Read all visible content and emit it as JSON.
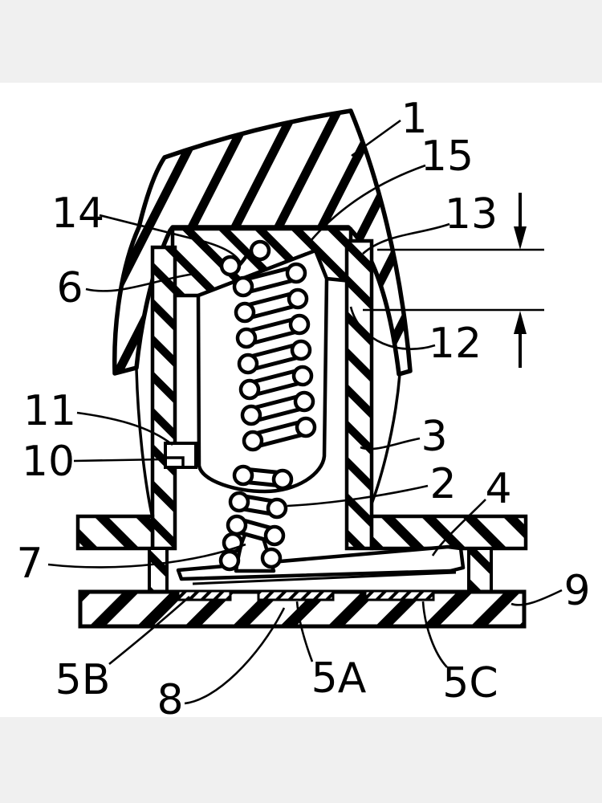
{
  "page": {
    "letterbox_color": "#f0f0f0",
    "background_color": "#ffffff",
    "ink_color": "#000000"
  },
  "figure": {
    "kind": "patent cross-section drawing of a push-button key switch",
    "labels": [
      {
        "id": "ref-1",
        "text": "1"
      },
      {
        "id": "ref-15",
        "text": "15"
      },
      {
        "id": "ref-13",
        "text": "13"
      },
      {
        "id": "ref-12",
        "text": "12"
      },
      {
        "id": "ref-14",
        "text": "14"
      },
      {
        "id": "ref-6",
        "text": "6"
      },
      {
        "id": "ref-11",
        "text": "11"
      },
      {
        "id": "ref-10",
        "text": "10"
      },
      {
        "id": "ref-3",
        "text": "3"
      },
      {
        "id": "ref-2",
        "text": "2"
      },
      {
        "id": "ref-4",
        "text": "4"
      },
      {
        "id": "ref-7",
        "text": "7"
      },
      {
        "id": "ref-9",
        "text": "9"
      },
      {
        "id": "ref-5B",
        "text": "5B"
      },
      {
        "id": "ref-8",
        "text": "8"
      },
      {
        "id": "ref-5A",
        "text": "5A"
      },
      {
        "id": "ref-5C",
        "text": "5C"
      }
    ]
  }
}
